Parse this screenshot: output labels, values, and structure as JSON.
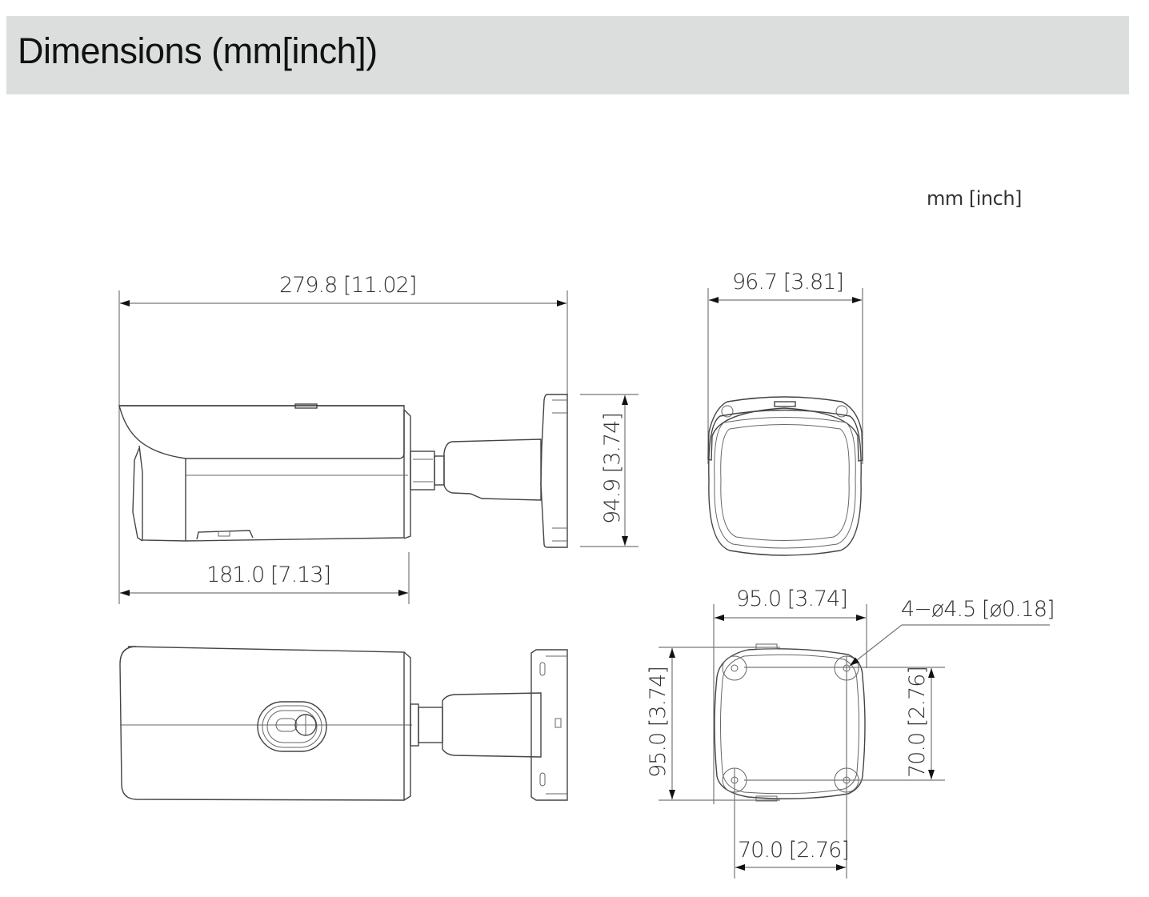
{
  "header": {
    "title": "Dimensions (mm[inch])",
    "background_color": "#dcdedd"
  },
  "drawing": {
    "unit_label": "mm [inch]",
    "side_view": {
      "overall_length": "279.8 [11.02]",
      "body_length": "181.0 [7.13]",
      "mount_height": "94.9 [3.74]"
    },
    "front_view": {
      "width": "96.7 [3.81]"
    },
    "mount_base_view": {
      "base_width": "95.0 [3.74]",
      "base_height": "95.0 [3.74]",
      "hole_spacing_vertical": "70.0 [2.76]",
      "hole_spacing_horizontal": "70.0 [2.76]",
      "hole_callout": "4−ø4.5 [ø0.18]"
    },
    "views": [
      "side-view",
      "front-view",
      "top-view",
      "mount-base-view"
    ]
  }
}
